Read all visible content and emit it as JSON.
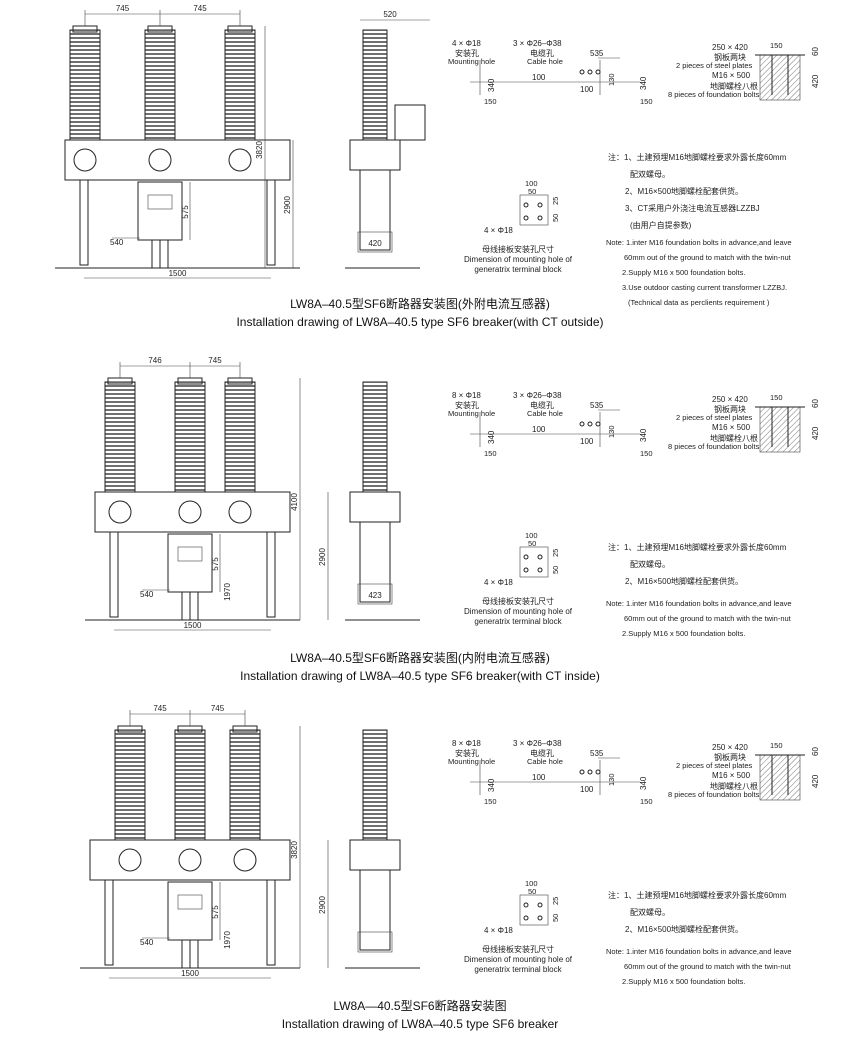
{
  "sections": [
    {
      "dims": {
        "d1": "745",
        "d2": "745",
        "height": "3820",
        "h2900": "2900",
        "h575": "575",
        "h1970": "",
        "w540": "540",
        "base": "1500",
        "side_top": "520",
        "side_base": "420"
      },
      "holes": {
        "mount_count": "4 × Φ18",
        "mount_cn": "安装孔",
        "mount_en": "Mounting hole",
        "cable_count": "3 × Φ26–Φ38",
        "cable_cn": "电缆孔",
        "cable_en": "Cable hole",
        "w535": "535",
        "h130": "130",
        "a100": "100",
        "b100": "100",
        "l340": "340",
        "r340": "340",
        "l150": "150",
        "r150": "150"
      },
      "foundation": {
        "plate": "250 × 420",
        "plate_cn": "钢板两块",
        "plate_en": "2 pieces of steel plates",
        "bolt": "M16 × 500",
        "bolt_cn": "地脚螺栓八根",
        "bolt_en": "8 pieces of foundation bolts",
        "w150": "150",
        "h60": "60",
        "h420": "420"
      },
      "terminal": {
        "w100": "100",
        "w50": "50",
        "h25": "25",
        "h50": "50",
        "holes": "4 × Φ18",
        "title_cn": "母线接板安装孔尺寸",
        "title_en1": "Dimension of mounting hole of",
        "title_en2": "generatrix terminal block"
      },
      "notes_cn": [
        "注：1、土建预埋M16地脚螺栓要求外露长度60mm",
        "配双螺母。",
        "2、M16×500地脚螺栓配套供货。",
        "3、CT采用户外浇注电流互感器LZZBJ",
        "(由用户自提参数)"
      ],
      "notes_en": [
        "Note: 1.inter M16 foundation bolts in advance,and leave",
        "60mm out of the ground to match with the twin-nut",
        "2.Supply M16 x 500 foundation bolts.",
        "3.Use outdoor casting current transformer LZZBJ.",
        "(Technical data as perclients requirement )"
      ],
      "caption_cn": "LW8A–40.5型SF6断路器安装图(外附电流互感器)",
      "caption_en": "Installation drawing of LW8A–40.5 type SF6 breaker(with CT outside)"
    },
    {
      "dims": {
        "d1": "746",
        "d2": "745",
        "height": "4100",
        "h2900": "2900",
        "h575": "575",
        "h1970": "1970",
        "w540": "540",
        "base": "1500",
        "side_top": "",
        "side_base": "423"
      },
      "holes": {
        "mount_count": "8 × Φ18",
        "mount_cn": "安装孔",
        "mount_en": "Mounting hole",
        "cable_count": "3 × Φ26–Φ38",
        "cable_cn": "电缆孔",
        "cable_en": "Cable hole",
        "w535": "535",
        "h130": "130",
        "a100": "100",
        "b100": "100",
        "l340": "340",
        "r340": "340",
        "l150": "150",
        "r150": "150"
      },
      "foundation": {
        "plate": "250 × 420",
        "plate_cn": "钢板两块",
        "plate_en": "2 pieces of steel plates",
        "bolt": "M16 × 500",
        "bolt_cn": "地脚螺栓八根",
        "bolt_en": "8 pieces of foundation bolts",
        "w150": "150",
        "h60": "60",
        "h420": "420"
      },
      "terminal": {
        "w100": "100",
        "w50": "50",
        "h25": "25",
        "h50": "50",
        "holes": "4 × Φ18",
        "title_cn": "母线接板安装孔尺寸",
        "title_en1": "Dimension of mounting hole of",
        "title_en2": "generatrix terminal block"
      },
      "notes_cn": [
        "注：1、土建预埋M16地脚螺栓要求外露长度60mm",
        "配双螺母。",
        "2、M16×500地脚螺栓配套供货。"
      ],
      "notes_en": [
        "Note: 1.inter M16 foundation bolts in advance,and leave",
        "60mm out of the ground to match with the twin-nut",
        "2.Supply M16 x 500 foundation bolts."
      ],
      "caption_cn": "LW8A–40.5型SF6断路器安装图(内附电流互感器)",
      "caption_en": "Installation drawing of LW8A–40.5 type SF6 breaker(with CT inside)"
    },
    {
      "dims": {
        "d1": "745",
        "d2": "745",
        "height": "3820",
        "h2900": "2900",
        "h575": "575",
        "h1970": "1970",
        "w540": "540",
        "base": "1500",
        "side_top": "",
        "side_base": ""
      },
      "holes": {
        "mount_count": "8 × Φ18",
        "mount_cn": "安装孔",
        "mount_en": "Mounting hole",
        "cable_count": "3 × Φ26–Φ38",
        "cable_cn": "电缆孔",
        "cable_en": "Cable hole",
        "w535": "535",
        "h130": "130",
        "a100": "100",
        "b100": "100",
        "l340": "340",
        "r340": "340",
        "l150": "150",
        "r150": "150"
      },
      "foundation": {
        "plate": "250 × 420",
        "plate_cn": "钢板两块",
        "plate_en": "2 pieces of steel plates",
        "bolt": "M16 × 500",
        "bolt_cn": "地脚螺栓八根",
        "bolt_en": "8 pieces of foundation bolts",
        "w150": "150",
        "h60": "60",
        "h420": "420"
      },
      "terminal": {
        "w100": "100",
        "w50": "50",
        "h25": "25",
        "h50": "50",
        "holes": "4 × Φ18",
        "title_cn": "母线接板安装孔尺寸",
        "title_en1": "Dimension of mounting hole of",
        "title_en2": "generatrix terminal block"
      },
      "notes_cn": [
        "注：1、土建预埋M16地脚螺栓要求外露长度60mm",
        "配双螺母。",
        "2、M16×500地脚螺栓配套供货。"
      ],
      "notes_en": [
        "Note: 1.inter M16 foundation bolts in advance,and leave",
        "60mm out of the ground to match with the twin-nut",
        "2.Supply M16 x 500 foundation bolts."
      ],
      "caption_cn": "LW8A—40.5型SF6断路器安装图",
      "caption_en": "Installation drawing of LW8A–40.5 type SF6 breaker"
    }
  ]
}
